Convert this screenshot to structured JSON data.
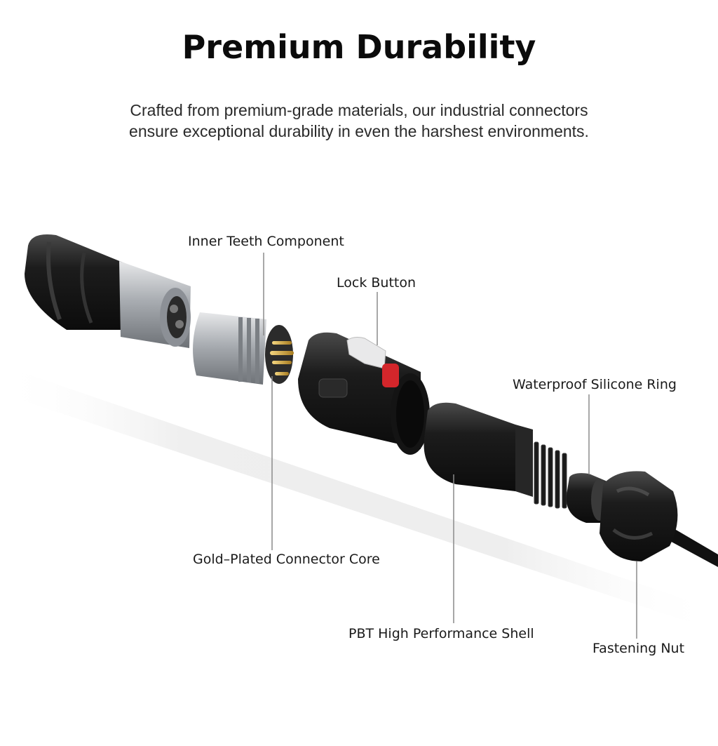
{
  "header": {
    "title": "Premium Durability",
    "subtitle_line1": "Crafted from premium-grade materials, our  industrial  connectors",
    "subtitle_line2": "ensure exceptional  durability in even the harshest  environments."
  },
  "callouts": {
    "inner_teeth": "Inner Teeth Component",
    "lock_button": "Lock Button",
    "silicone_ring": "Waterproof Silicone Ring",
    "gold_core": "Gold–Plated Connector Core",
    "pbt_shell": "PBT High Performance Shell",
    "fastening_nut": "Fastening Nut"
  },
  "colors": {
    "plastic_black": "#1c1c1c",
    "metal_silver": "#b9bcc0",
    "gold": "#c9a13b",
    "lock_red": "#d3262b",
    "leader_line": "#8a8a8a"
  },
  "icons": {
    "receptacle": "connector-receptacle-icon",
    "insert": "metal-insert-icon",
    "lock_housing": "lock-housing-icon",
    "shell": "pbt-shell-icon",
    "ring": "silicone-ring-icon",
    "nut": "fastening-nut-icon"
  }
}
